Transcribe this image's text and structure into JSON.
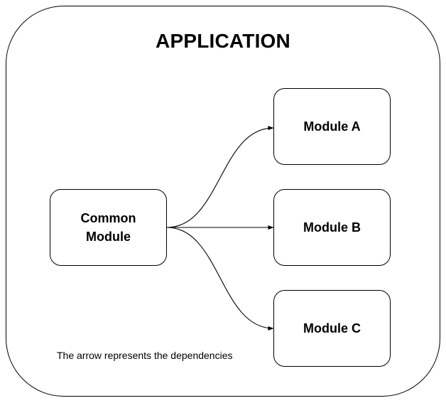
{
  "title": "APPLICATION",
  "modules": {
    "common": "Common\nModule",
    "module_a": "Module A",
    "module_b": "Module B",
    "module_c": "Module C"
  },
  "dependencies": [
    {
      "from": "Common Module",
      "to": "Module A"
    },
    {
      "from": "Common Module",
      "to": "Module B"
    },
    {
      "from": "Common Module",
      "to": "Module C"
    }
  ],
  "note": "The arrow represents the dependencies"
}
